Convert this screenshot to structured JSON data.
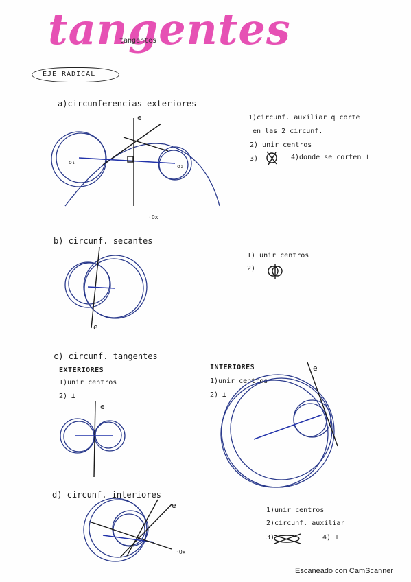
{
  "title": "tangentes",
  "subtitle": "tangentes",
  "eje_radical": "EJE RADICAL",
  "sections": {
    "a": {
      "heading": "a)circunferencias exteriores",
      "notes": [
        "1)circunf. auxiliar q corte",
        "en las 2 circunf.",
        "2) unir centros",
        "3)",
        "4)donde se corten ⊥"
      ],
      "labels": {
        "e": "e",
        "o1": "o₁",
        "o2": "o₂",
        "ox": "·Ox"
      }
    },
    "b": {
      "heading": "b) circunf. secantes",
      "notes": [
        "1) unir centros",
        "2)"
      ],
      "labels": {
        "e": "e"
      }
    },
    "c": {
      "heading": "c) circunf. tangentes",
      "exteriores": "EXTERIORES",
      "ext_notes": [
        "1)unir centros",
        "2) ⊥"
      ],
      "interiores": "INTERIORES",
      "int_notes": [
        "1)unir centros",
        "2) ⊥"
      ],
      "labels": {
        "e_ext": "e",
        "e_int": "e"
      }
    },
    "d": {
      "heading": "d) circunf. interiores",
      "notes": [
        "1)unir centros",
        "2)circunf. auxiliar",
        "3)",
        "4) ⊥"
      ],
      "labels": {
        "e": "e",
        "ox": "·Ox"
      }
    }
  },
  "footer": "Escaneado con CamScanner",
  "colors": {
    "title": "#e651b4",
    "ink": "#1d1d1d",
    "pen": "#2a3a8c"
  }
}
